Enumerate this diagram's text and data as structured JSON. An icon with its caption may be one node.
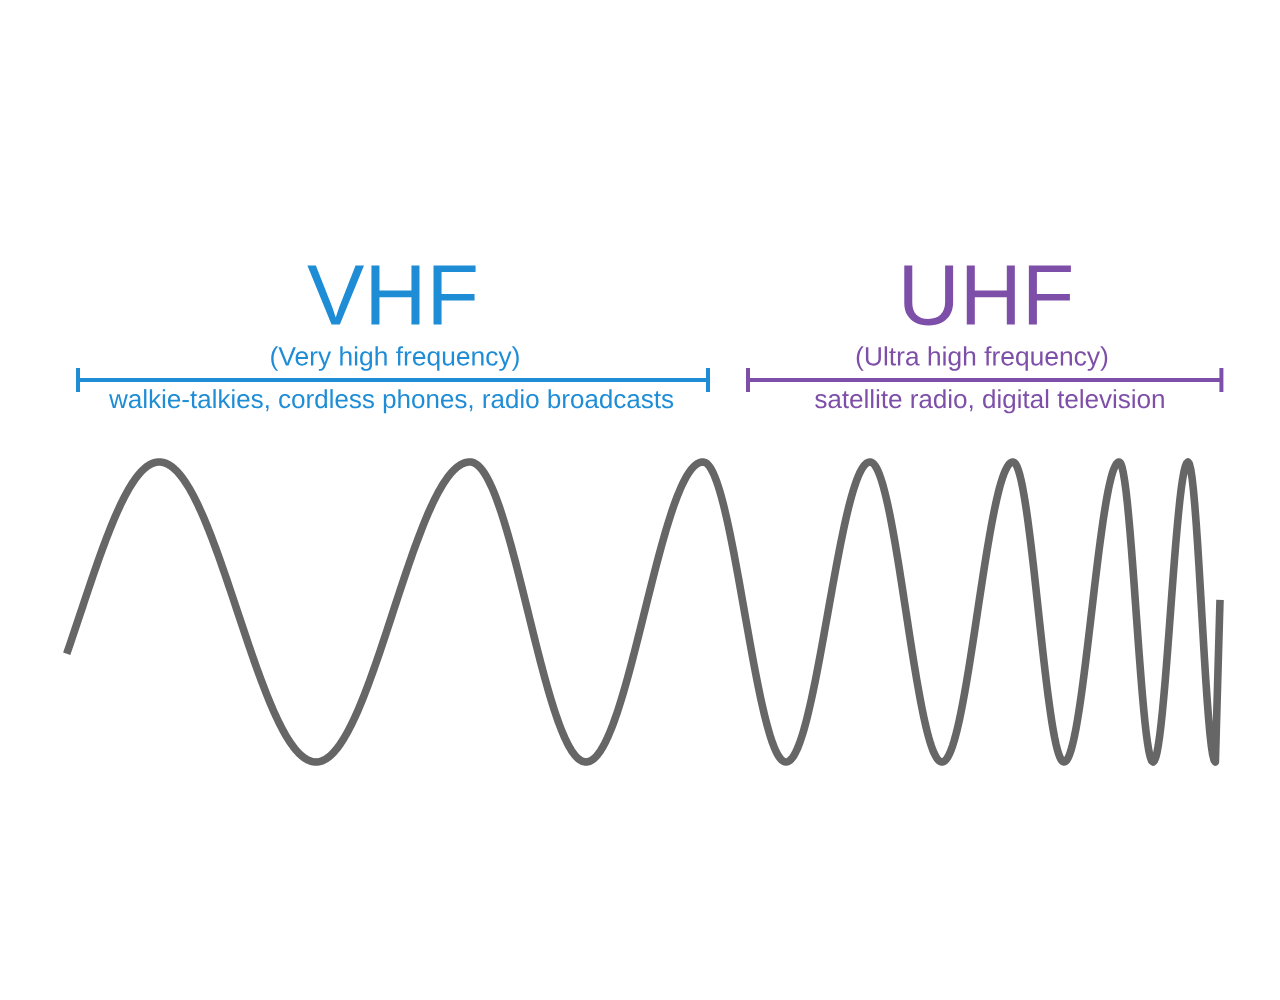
{
  "diagram": {
    "labels": [
      "VHF",
      "(Very high frequency)",
      "walkie-talkies, cordless phones, radio broadcasts",
      "UHF",
      "(Ultra high frequency)",
      "satellite radio, digital television"
    ]
  }
}
